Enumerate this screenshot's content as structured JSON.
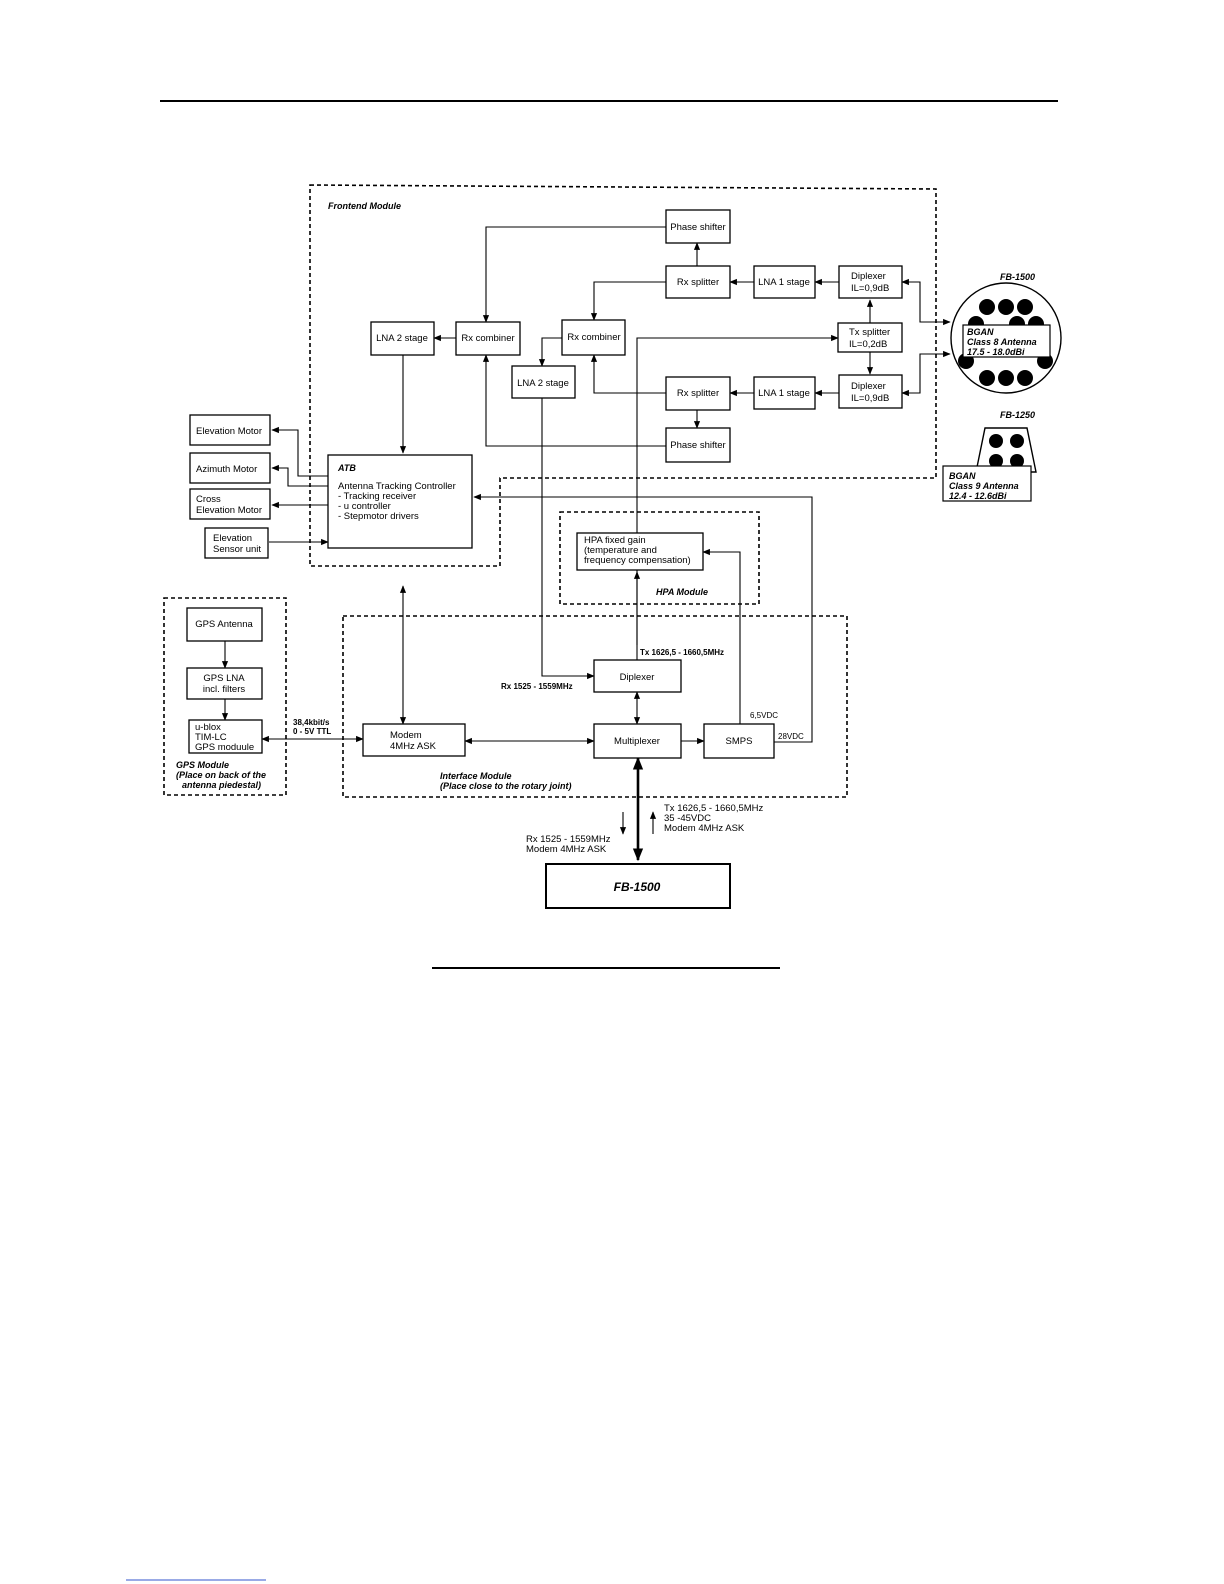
{
  "frontend_module": {
    "title": "Frontend Module",
    "phase_shifter_top": "Phase shifter",
    "rx_splitter_top": "Rx splitter",
    "lna1_top": "LNA 1 stage",
    "diplexer_top": [
      "Diplexer",
      "IL=0,9dB"
    ],
    "lna2_left": "LNA 2 stage",
    "rx_combiner_left": "Rx combiner",
    "rx_combiner_mid": "Rx combiner",
    "lna2_mid": "LNA 2 stage",
    "tx_splitter": [
      "Tx splitter",
      "IL=0,2dB"
    ],
    "rx_splitter_bottom": "Rx splitter",
    "lna1_bottom": "LNA 1 stage",
    "diplexer_bottom": [
      "Diplexer",
      "IL=0,9dB"
    ],
    "phase_shifter_bottom": "Phase shifter",
    "atb": {
      "title": "ATB",
      "lines": [
        "Antenna Tracking Controller",
        "- Tracking receiver",
        "- u controller",
        "- Stepmotor drivers"
      ]
    }
  },
  "motors": {
    "elevation_motor": "Elevation Motor",
    "azimuth_motor": "Azimuth Motor",
    "cross_elevation_motor": [
      "Cross",
      "Elevation Motor"
    ],
    "elevation_sensor": [
      "Elevation",
      "Sensor unit"
    ]
  },
  "antennas": {
    "fb1500": {
      "title": "FB-1500",
      "label": [
        "BGAN",
        "Class 8 Antenna",
        "17.5 - 18.0dBi"
      ]
    },
    "fb1250": {
      "title": "FB-1250",
      "label": [
        "BGAN",
        "Class 9 Antenna",
        "12.4 - 12.6dBi"
      ]
    }
  },
  "hpa_module": {
    "title": "HPA Module",
    "hpa": [
      "HPA fixed gain",
      "(temperature and",
      "frequency compensation)"
    ]
  },
  "gps_module": {
    "title": [
      "GPS Module",
      "(Place on back of the",
      "antenna piedestal)"
    ],
    "antenna": "GPS Antenna",
    "lna": [
      "GPS LNA",
      "incl. filters"
    ],
    "ublox": [
      "u-blox",
      "TIM-LC",
      "GPS moduule"
    ],
    "link": [
      "38,4kbit/s",
      "0 - 5V TTL"
    ]
  },
  "interface_module": {
    "title": [
      "Interface Module",
      "(Place close to the rotary joint)"
    ],
    "modem": [
      "Modem",
      "4MHz ASK"
    ],
    "diplexer": "Diplexer",
    "multiplexer": "Multiplexer",
    "smps": "SMPS",
    "tx_band": "Tx 1626,5 - 1660,5MHz",
    "rx_band": "Rx 1525 - 1559MHz",
    "v65": "6,5VDC",
    "v28": "28VDC"
  },
  "cable": {
    "down": [
      "Tx 1626,5 - 1660,5MHz",
      "35 -45VDC",
      "Modem 4MHz ASK"
    ],
    "up": [
      "Rx 1525 - 1559MHz",
      "Modem 4MHz ASK"
    ]
  },
  "terminal": {
    "label": "FB-1500"
  }
}
